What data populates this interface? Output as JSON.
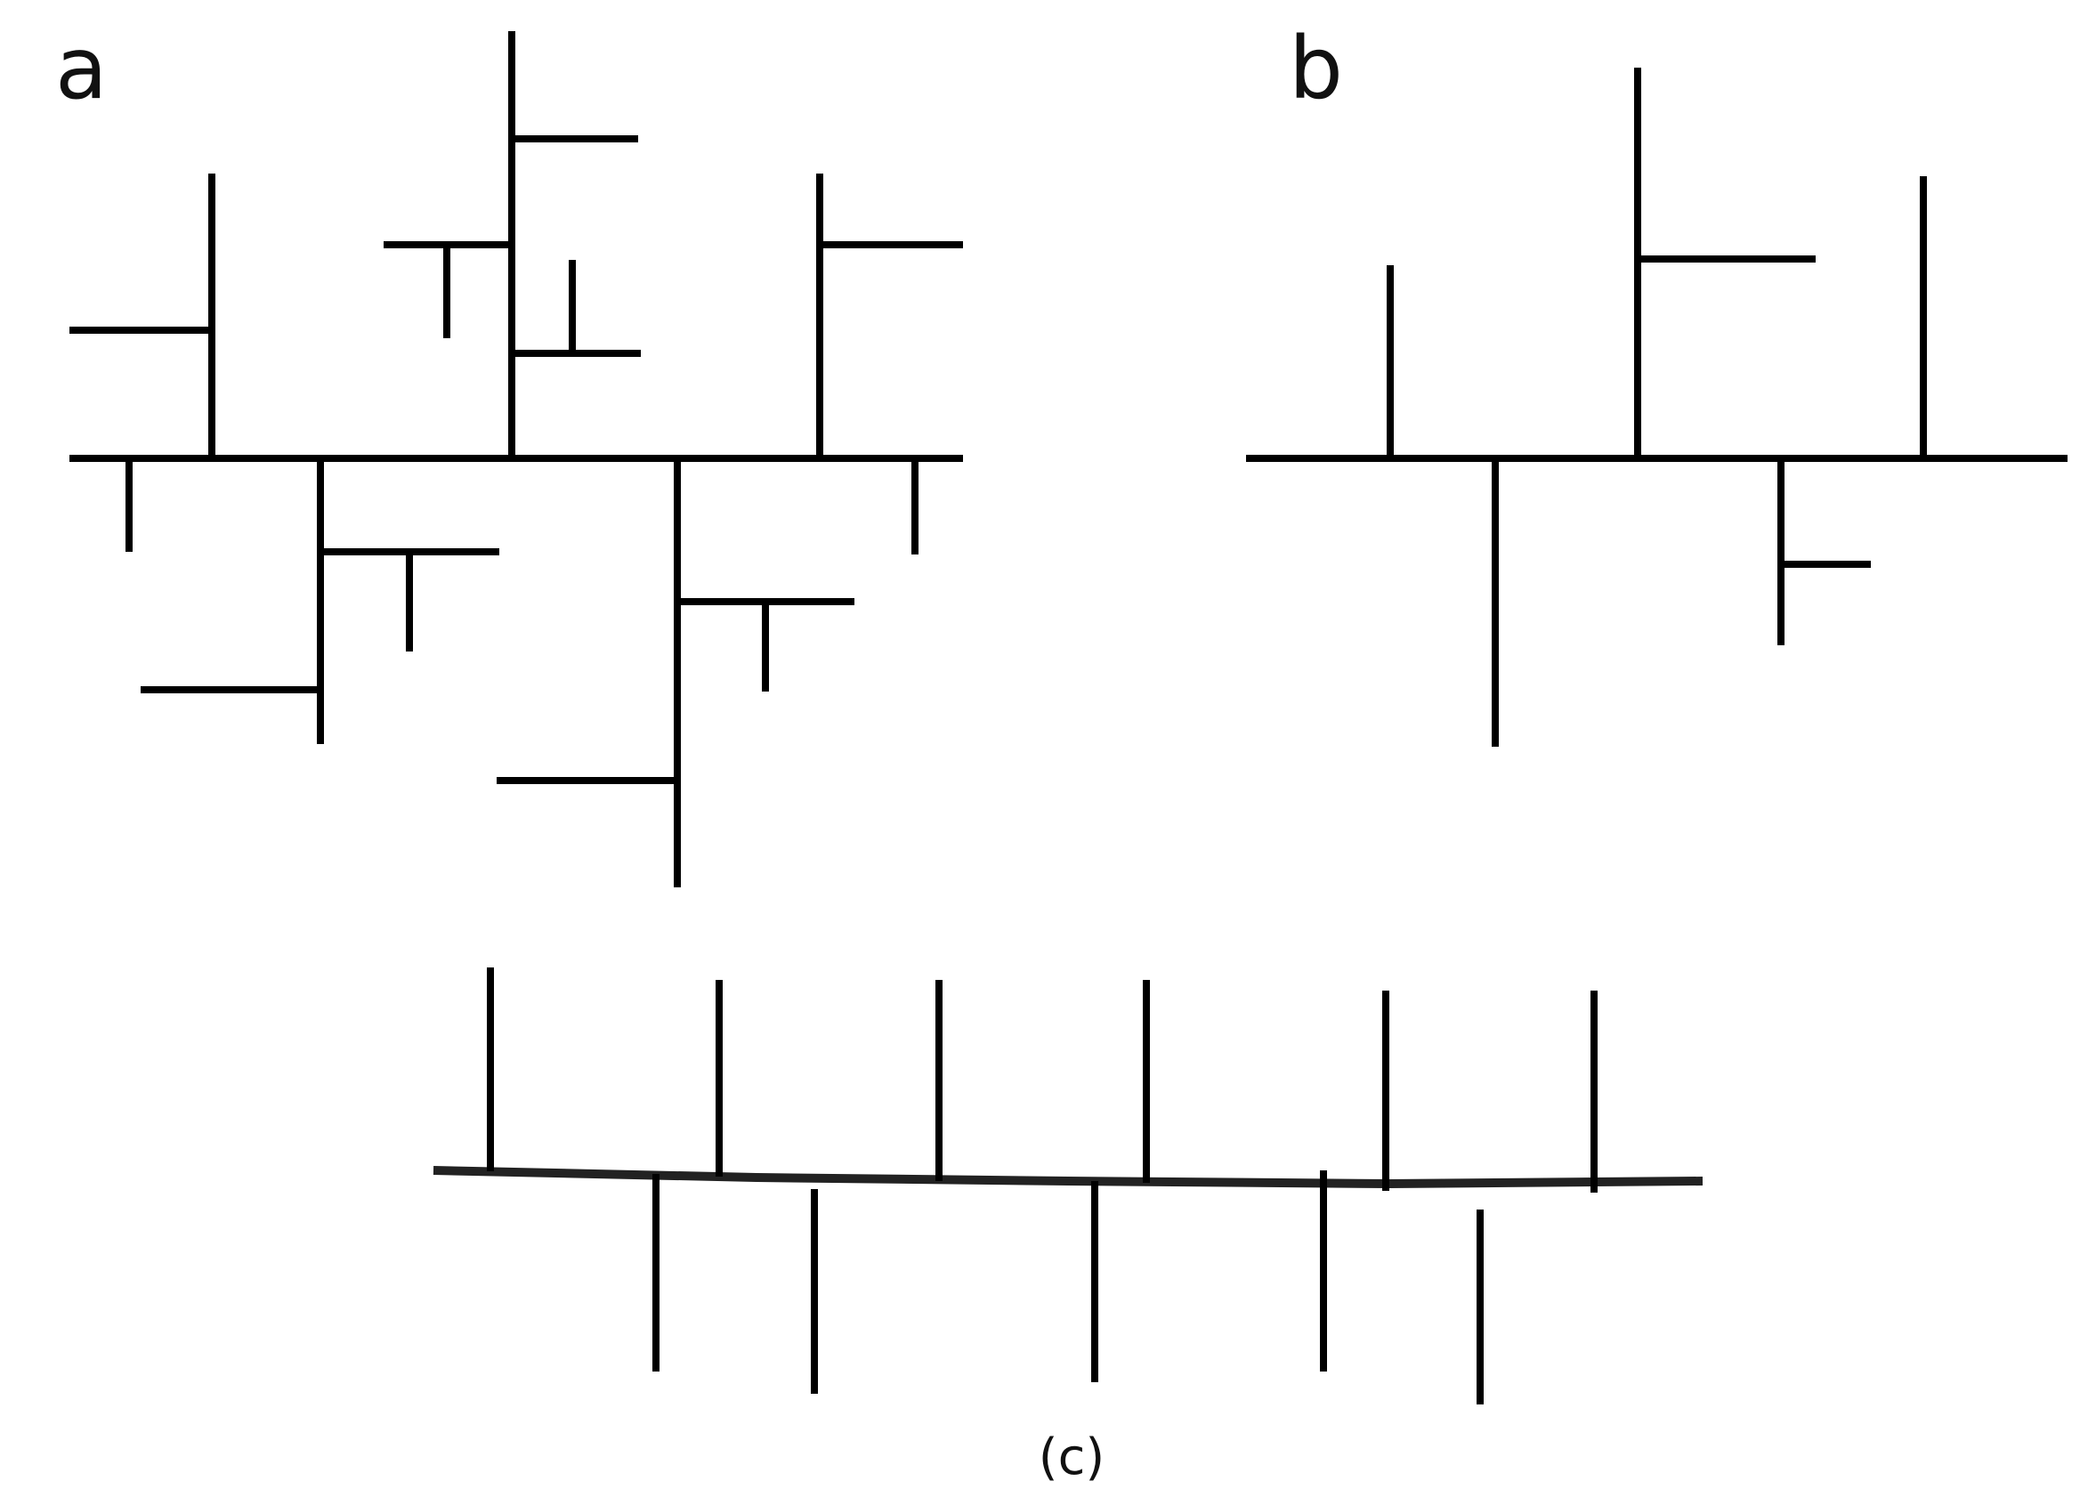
{
  "labels": {
    "a": "a",
    "b": "b",
    "c": "(c)"
  },
  "colors": {
    "line": "#000000",
    "background": "#ffffff"
  }
}
